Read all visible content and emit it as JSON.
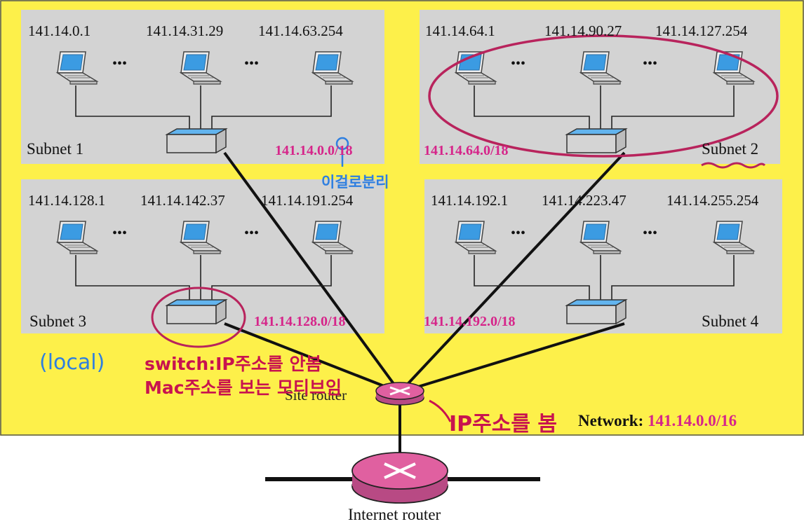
{
  "network": {
    "label": "Network:",
    "prefix": "141.14.0.0/16",
    "subnets": [
      {
        "name": "Subnet 1",
        "prefix": "141.14.0.0/18",
        "hosts": [
          "141.14.0.1",
          "141.14.31.29",
          "141.14.63.254"
        ]
      },
      {
        "name": "Subnet 2",
        "prefix": "141.14.64.0/18",
        "hosts": [
          "141.14.64.1",
          "141.14.90.27",
          "141.14.127.254"
        ]
      },
      {
        "name": "Subnet 3",
        "prefix": "141.14.128.0/18",
        "hosts": [
          "141.14.128.1",
          "141.14.142.37",
          "141.14.191.254"
        ]
      },
      {
        "name": "Subnet 4",
        "prefix": "141.14.192.0/18",
        "hosts": [
          "141.14.192.1",
          "141.14.223.47",
          "141.14.255.254"
        ]
      }
    ],
    "ellipsis": "•••"
  },
  "routers": {
    "site": "Site router",
    "internet": "Internet router"
  },
  "annotations": {
    "korean_split": "이걸로분리",
    "local": "(local)",
    "switch_line1": "switch:IP주소를 안봄",
    "switch_line2": "Mac주소를 보는 모티브임",
    "router_note": "IP주소를 봄"
  },
  "colors": {
    "background": "#fdf04a",
    "subnet_panel": "#d3d3d3",
    "prefix_text": "#d6258a",
    "router": "#e060a0",
    "switch_top": "#62b4ee",
    "ink_red": "#c8134f",
    "ink_blue": "#2f7fe0"
  }
}
